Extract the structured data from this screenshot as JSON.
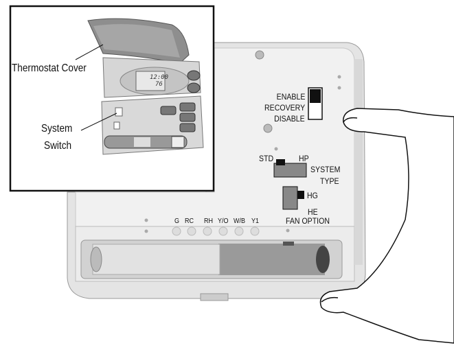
{
  "inset": {
    "cover_label": "Thermostat Cover",
    "switch_label_line1": "System",
    "switch_label_line2": "Switch",
    "display_time": "12:00",
    "display_temp": "76"
  },
  "recovery_switch": {
    "enable": "ENABLE",
    "recovery": "RECOVERY",
    "disable": "DISABLE",
    "position": "ENABLE"
  },
  "system_type": {
    "std": "STD",
    "hp": "HP",
    "label_line1": "SYSTEM",
    "label_line2": "TYPE",
    "position": "STD"
  },
  "fan_option": {
    "hg": "HG",
    "he": "HE",
    "label": "FAN OPTION",
    "position": "HG"
  },
  "terminals": [
    "G",
    "RC",
    "RH",
    "Y/O",
    "W/B",
    "Y1"
  ]
}
